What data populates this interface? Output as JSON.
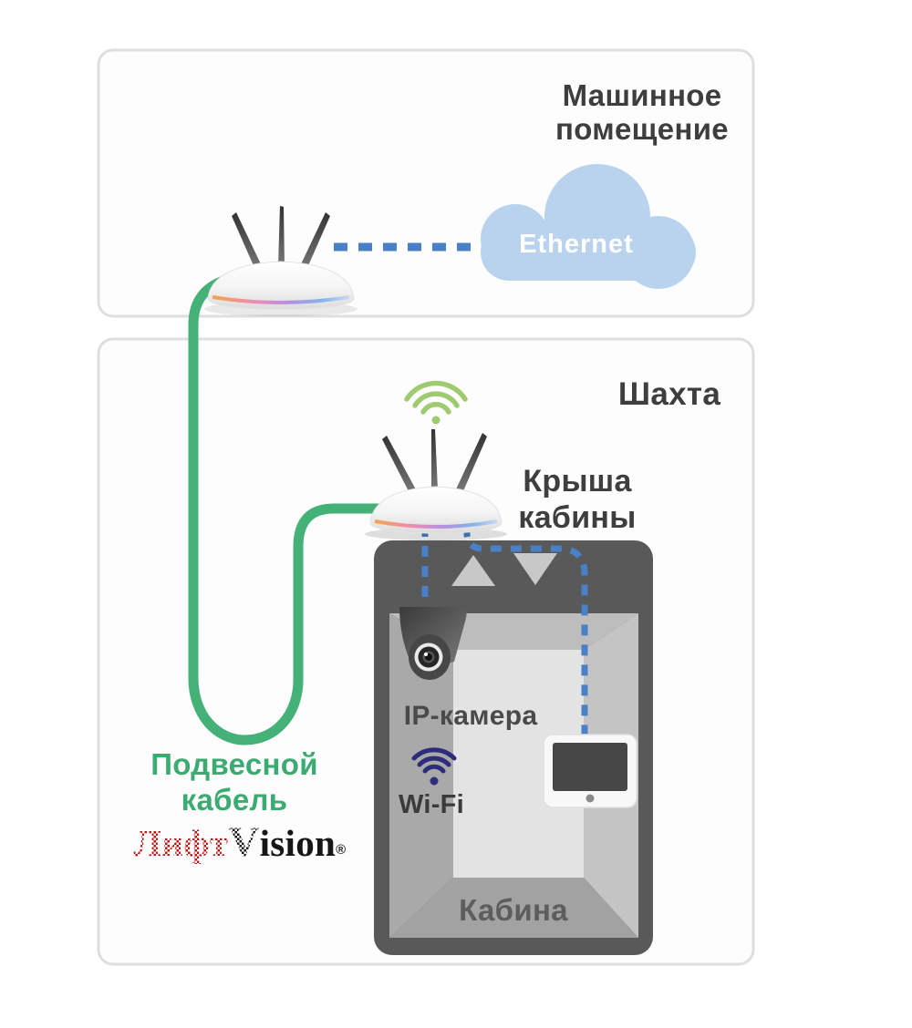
{
  "colors": {
    "accent_green": "#44b176",
    "accent_blue": "#4a80c5",
    "cloud_blue": "#b9d3ee",
    "logo_red": "#c11212",
    "wifi_navy": "#2d2d7c",
    "cabin_gray": "#595959"
  },
  "machine_room": {
    "title": [
      "Машинное",
      "помещение"
    ],
    "cloud_label": "Ethernet"
  },
  "shaft": {
    "title": "Шахта",
    "roof_label": [
      "Крыша",
      "кабины"
    ]
  },
  "cable": {
    "label": [
      "Подвесной",
      "кабель"
    ]
  },
  "logo": {
    "text_lift": "Лифт",
    "text_v": "V",
    "text_ision": "ision",
    "registered": "®"
  },
  "cabin": {
    "camera_label": "IP-камера",
    "wifi_label": "Wi-Fi",
    "label": "Кабина"
  }
}
